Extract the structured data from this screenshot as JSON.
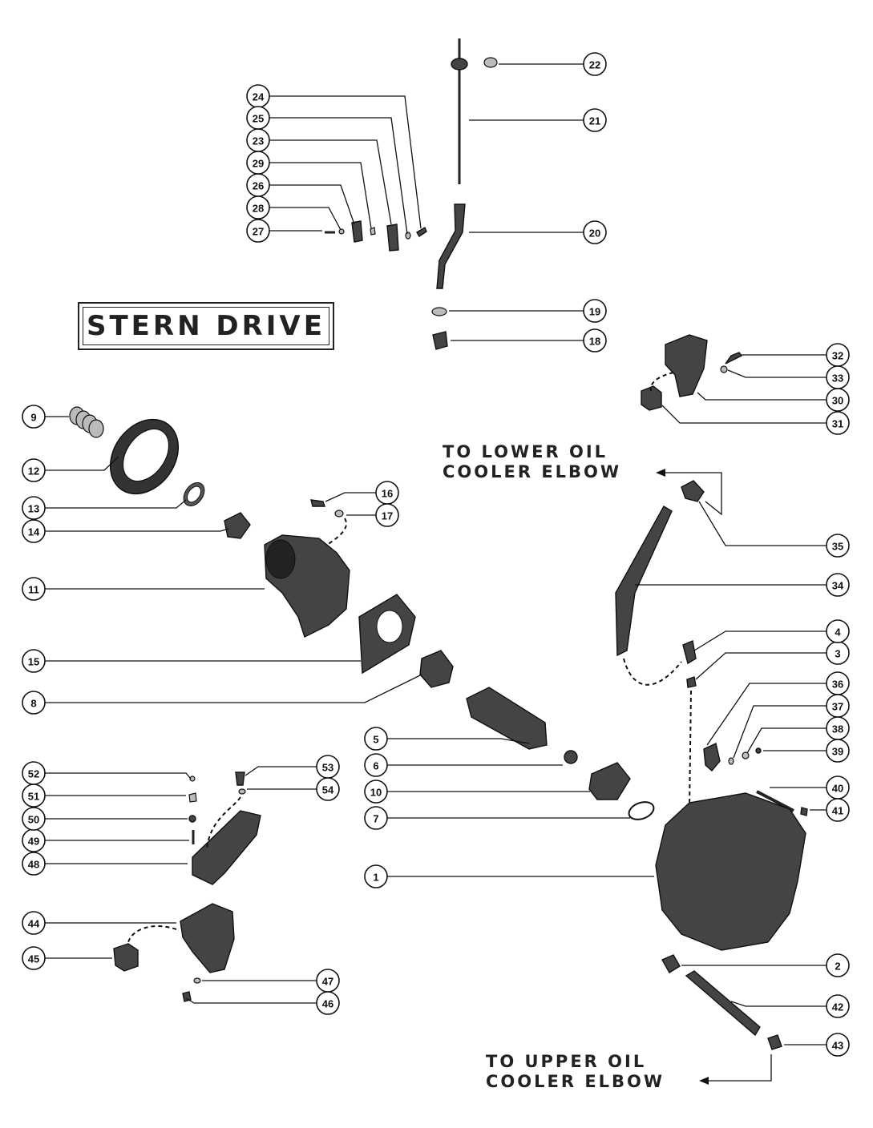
{
  "title": "STERN DRIVE",
  "notes": {
    "lower": [
      "TO LOWER OIL",
      "COOLER ELBOW"
    ],
    "upper": [
      "TO UPPER OIL",
      "COOLER ELBOW"
    ]
  },
  "callouts": [
    {
      "num": "1"
    },
    {
      "num": "2"
    },
    {
      "num": "3"
    },
    {
      "num": "4"
    },
    {
      "num": "5"
    },
    {
      "num": "6"
    },
    {
      "num": "7"
    },
    {
      "num": "8"
    },
    {
      "num": "9"
    },
    {
      "num": "10"
    },
    {
      "num": "11"
    },
    {
      "num": "12"
    },
    {
      "num": "13"
    },
    {
      "num": "14"
    },
    {
      "num": "15"
    },
    {
      "num": "16"
    },
    {
      "num": "17"
    },
    {
      "num": "18"
    },
    {
      "num": "19"
    },
    {
      "num": "20"
    },
    {
      "num": "21"
    },
    {
      "num": "22"
    },
    {
      "num": "23"
    },
    {
      "num": "24"
    },
    {
      "num": "25"
    },
    {
      "num": "26"
    },
    {
      "num": "27"
    },
    {
      "num": "28"
    },
    {
      "num": "29"
    },
    {
      "num": "30"
    },
    {
      "num": "31"
    },
    {
      "num": "32"
    },
    {
      "num": "33"
    },
    {
      "num": "34"
    },
    {
      "num": "35"
    },
    {
      "num": "36"
    },
    {
      "num": "37"
    },
    {
      "num": "38"
    },
    {
      "num": "39"
    },
    {
      "num": "40"
    },
    {
      "num": "41"
    },
    {
      "num": "42"
    },
    {
      "num": "43"
    },
    {
      "num": "44"
    },
    {
      "num": "45"
    },
    {
      "num": "46"
    },
    {
      "num": "47"
    },
    {
      "num": "48"
    },
    {
      "num": "49"
    },
    {
      "num": "50"
    },
    {
      "num": "51"
    },
    {
      "num": "52"
    },
    {
      "num": "53"
    },
    {
      "num": "54"
    }
  ]
}
